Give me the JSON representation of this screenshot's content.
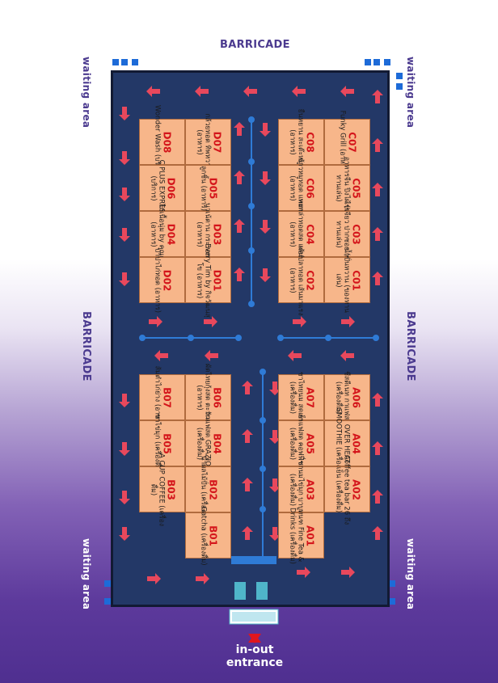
{
  "labels": {
    "barricade_top": "BARRICADE",
    "barricade_left": "BARRICADE",
    "barricade_right": "BARRICADE",
    "waiting_top_left": "waiting area",
    "waiting_top_right": "waiting area",
    "waiting_bottom_left": "waiting area",
    "waiting_bottom_right": "waiting area",
    "entrance_line1": "in-out",
    "entrance_line2": "entrance"
  },
  "colors": {
    "floor": "#233867",
    "booth": "#f7b68a",
    "booth_code": "#d4151b",
    "arrow": "#e8485c",
    "path": "#2f7bd6",
    "accent": "#4b3a8f"
  },
  "booths": {
    "D07": {
      "code": "D07",
      "name": "กล้วยทอด ทิพหวาน (อาหาร)"
    },
    "D08": {
      "code": "D08",
      "name": "Wonder Wash (บริการ)"
    },
    "D05": {
      "code": "D05",
      "name": "ลูกชิ้น (อาหาร)"
    },
    "D06": {
      "code": "D06",
      "name": "C PLUS EXPRESS (บริการ)"
    },
    "D03": {
      "code": "D03",
      "name": "นาเน้ดาน กระรอกส้ม (อาหาร)"
    },
    "D04": {
      "code": "D04",
      "name": "ไก่เนื้อนุ่ม by คุณต้น (อาหาร)"
    },
    "D01": {
      "code": "D01",
      "name": "Every Tim by กิจวัฒนสุโข (อาหาร)"
    },
    "D02": {
      "code": "D02",
      "name": "ปาปาไก่ทอด (อาหาร)"
    },
    "C07": {
      "code": "C07",
      "name": "Funky Grill (อาหาร)"
    },
    "C08": {
      "code": "C08",
      "name": "ยืนหยาน สะเต๊ะหมูย่าง (อาหาร)"
    },
    "C05": {
      "code": "C05",
      "name": "อาหารจีน ปิงไผ่ (ของทานเล่น)"
    },
    "C06": {
      "code": "C06",
      "name": "ข้าวหมูทอด แพงทอง (อาหาร)"
    },
    "C03": {
      "code": "C03",
      "name": "ไข่เจียว ปากซอย (ของทานเล่น)"
    },
    "C04": {
      "code": "C04",
      "name": "หมาล่าทอดสด เพอร์เฟ็ค (อาหาร)"
    },
    "C01": {
      "code": "C01",
      "name": "น้ำปั่นหวาน (ของทานเล่น)"
    },
    "C02": {
      "code": "C02",
      "name": "เส้นปลาทอด เส้นมาแรง (อาหาร)"
    },
    "B06": {
      "code": "B06",
      "name": "ผัดไทยกุ้งสด ตะวันแดง (อาหาร)"
    },
    "B07": {
      "code": "B07",
      "name": "ส้มตำไก่ย่าง (อาหาร)"
    },
    "B04": {
      "code": "B04",
      "name": "กาแฟสด GRAZIOSO (เครื่องดื่ม)"
    },
    "B05": {
      "code": "B05",
      "name": "ชาไข่มุก (เครื่องดื่ม)"
    },
    "B02": {
      "code": "B02",
      "name": "น้ำผลไม้ปั่น (เครื่องดื่ม)"
    },
    "B03": {
      "code": "B03",
      "name": "A CUP COFFEE (เครื่องดื่ม)"
    },
    "B01": {
      "code": "B01",
      "name": "Gatcha (เครื่องดื่ม)"
    },
    "A06": {
      "code": "A06",
      "name": "ชีสดีเนท กาแฟสด (เครื่องดื่ม)"
    },
    "A07": {
      "code": "A07",
      "name": "ชาไทยนม สดเย็น (เครื่องดื่ม)"
    },
    "A04": {
      "code": "A04",
      "name": "OVER HEAT SMOOTHIE (เครื่องดื่ม)"
    },
    "A05": {
      "code": "A05",
      "name": "กาแฟสด คอฟฟี่ชอป (เครื่องดื่ม)"
    },
    "A02": {
      "code": "A02",
      "name": "Coffee tea bar 26 ถึงเย็น (เครื่องดื่ม)"
    },
    "A03": {
      "code": "A03",
      "name": "ชานมไข่มุก บาบูแม่ (เครื่องดื่ม)"
    },
    "A01": {
      "code": "A01",
      "name": "ทนฑ Fine Tea & Drinks (เครื่องดื่ม)"
    }
  },
  "icons": [
    "arrow-icon",
    "exit-sign-icon",
    "entrance-arrow-icon",
    "barricade-marker-icon"
  ]
}
